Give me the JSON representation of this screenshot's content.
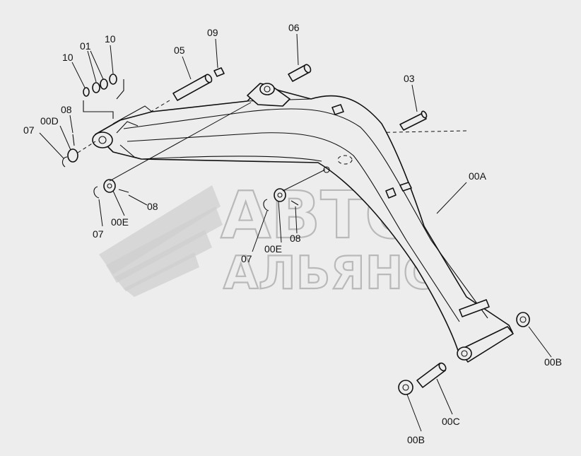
{
  "diagram": {
    "watermark": {
      "line1": "АВТО",
      "line2": "АЛЬЯНС"
    },
    "labels": {
      "p10a": "10",
      "p01": "01",
      "p10b": "10",
      "p05": "05",
      "p09": "09",
      "p06": "06",
      "p03": "03",
      "p08a": "08",
      "p00d": "00D",
      "p07a": "07",
      "p08b": "08",
      "p00e_a": "00E",
      "p07b": "07",
      "p07c": "07",
      "p00e_b": "00E",
      "p08c": "08",
      "p00a": "00A",
      "p00b_a": "00B",
      "p00b_b": "00B",
      "p00c": "00C"
    }
  }
}
